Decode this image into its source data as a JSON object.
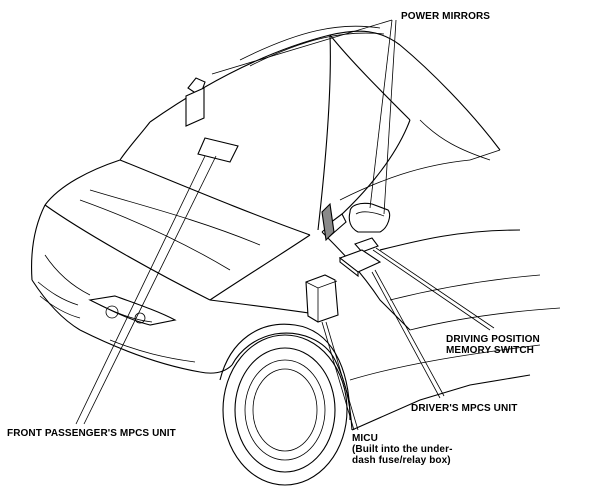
{
  "callouts": {
    "power_mirrors": "POWER MIRRORS",
    "driving_position_switch_line1": "DRIVING POSITION",
    "driving_position_switch_line2": "MEMORY SWITCH",
    "drivers_mpcs_unit": "DRIVER'S MPCS UNIT",
    "front_passengers_mpcs_unit": "FRONT PASSENGER'S MPCS UNIT",
    "micu_line1": "MICU",
    "micu_line2": "(Built into the under-",
    "micu_line3": "dash fuse/relay box)"
  },
  "colors": {
    "line": "#000000",
    "background": "#ffffff",
    "component_fill": "#8a8a8a"
  }
}
